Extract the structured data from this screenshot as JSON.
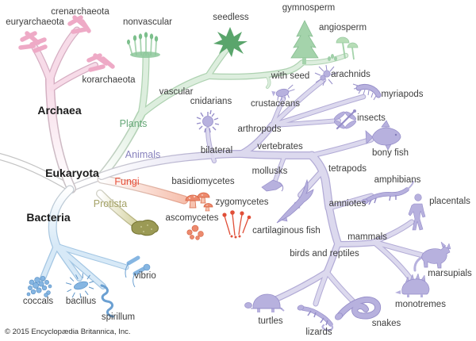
{
  "copyright": "© 2015 Encyclopædia Britannica, Inc.",
  "colors": {
    "archaea_pink": "#f0b6cb",
    "plants_green": "#66a878",
    "animals_purple": "#8781bd",
    "fungi_red": "#e8513c",
    "protista_olive": "#a4a266",
    "bacteria_blue": "#85b4e0"
  },
  "labels": {
    "archaea": "Archaea",
    "eukaryota": "Eukaryota",
    "bacteria": "Bacteria",
    "plants": "Plants",
    "animals": "Animals",
    "fungi": "Fungi",
    "protista": "Protista",
    "euryarchaeota": "euryarchaeota",
    "crenarchaeota": "crenarchaeota",
    "korarchaeota": "korarchaeota",
    "nonvascular": "nonvascular",
    "vascular": "vascular",
    "seedless": "seedless",
    "with_seed": "with seed",
    "gymnosperm": "gymnosperm",
    "angiosperm": "angiosperm",
    "cnidarians": "cnidarians",
    "bilateral": "bilateral",
    "mollusks": "mollusks",
    "arthropods": "arthropods",
    "crustaceans": "crustaceans",
    "arachnids": "arachnids",
    "myriapods": "myriapods",
    "insects": "insects",
    "vertebrates": "vertebrates",
    "bony_fish": "bony fish",
    "cartilaginous_fish": "cartilaginous fish",
    "tetrapods": "tetrapods",
    "amphibians": "amphibians",
    "amniotes": "amniotes",
    "mammals": "mammals",
    "placentals": "placentals",
    "marsupials": "marsupials",
    "monotremes": "monotremes",
    "birds_and_reptiles": "birds and reptiles",
    "turtles": "turtles",
    "lizards": "lizards",
    "snakes": "snakes",
    "basidiomycetes": "basidiomycetes",
    "ascomycetes": "ascomycetes",
    "zygomycetes": "zygomycetes",
    "coccals": "coccals",
    "bacillus": "bacillus",
    "spirillum": "spirillum",
    "vibrio": "vibrio"
  },
  "tree": {
    "root": [
      "Bacteria",
      "Archaea",
      "Eukaryota"
    ],
    "Archaea": [
      "euryarchaeota",
      "crenarchaeota",
      "korarchaeota"
    ],
    "Bacteria": [
      "coccals",
      "bacillus",
      "spirillum",
      "vibrio"
    ],
    "Eukaryota": [
      "Protista",
      "Fungi",
      "Plants",
      "Animals"
    ],
    "Fungi": [
      "basidiomycetes",
      "ascomycetes",
      "zygomycetes"
    ],
    "Plants": {
      "nonvascular": [],
      "vascular": {
        "seedless": [],
        "with seed": [
          "gymnosperm",
          "angiosperm"
        ]
      }
    },
    "Animals": {
      "cnidarians": [],
      "bilateral": {
        "mollusks": [],
        "arthropods": [
          "crustaceans",
          "arachnids",
          "myriapods",
          "insects"
        ],
        "vertebrates": {
          "bony fish": [],
          "cartilaginous fish": [],
          "tetrapods": {
            "amphibians": [],
            "amniotes": {
              "mammals": [
                "placentals",
                "marsupials",
                "monotremes"
              ],
              "birds and reptiles": [
                "turtles",
                "lizards",
                "snakes"
              ]
            }
          }
        }
      }
    }
  }
}
